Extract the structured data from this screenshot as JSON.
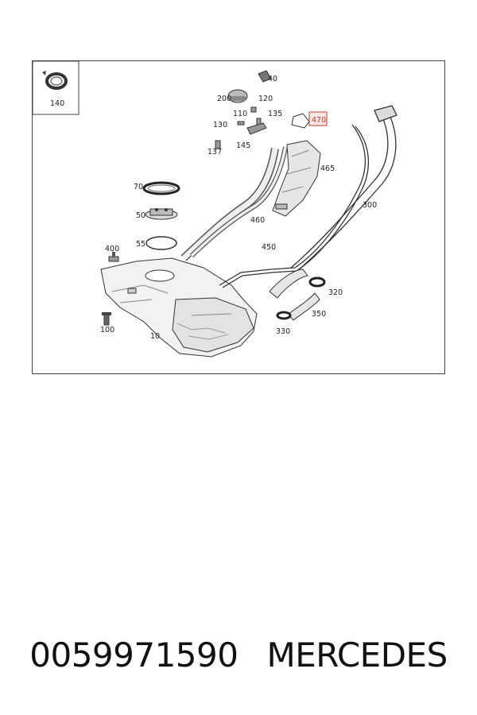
{
  "diagram": {
    "inset_label": "140",
    "highlighted_part": "470",
    "part_labels": {
      "p40": "40",
      "p200": "200",
      "p120": "120",
      "p110": "110",
      "p135": "135",
      "p470": "470",
      "p130": "130",
      "p145": "145",
      "p137": "137",
      "p465": "465",
      "p70": "70",
      "p300": "300",
      "p460": "460",
      "p50": "50",
      "p55": "55",
      "p450": "450",
      "p400": "400",
      "p320": "320",
      "p350": "350",
      "p100": "100",
      "p10": "10",
      "p330": "330"
    }
  },
  "footer": {
    "part_number": "0059971590",
    "brand": "MERCEDES"
  },
  "colors": {
    "highlight": "#c0392b",
    "line": "#333333"
  }
}
